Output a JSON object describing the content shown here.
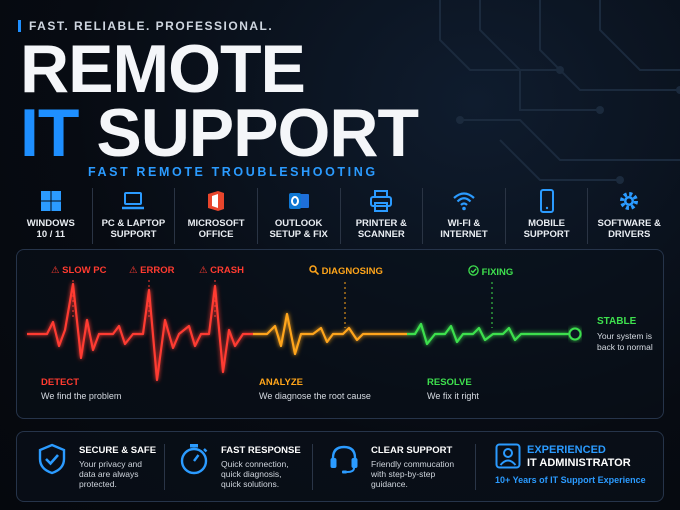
{
  "header": {
    "tagline": "FAST. RELIABLE. PROFESSIONAL.",
    "title_line1": "REMOTE",
    "title_line2_accent": "IT",
    "title_line2_rest": "SUPPORT",
    "subtitle": "FAST REMOTE TROUBLESHOOTING"
  },
  "services": [
    {
      "label": "WINDOWS\n10 / 11",
      "icon": "windows-icon"
    },
    {
      "label": "PC & LAPTOP\nSUPPORT",
      "icon": "laptop-icon"
    },
    {
      "label": "MICROSOFT\nOFFICE",
      "icon": "office-icon"
    },
    {
      "label": "OUTLOOK\nSETUP & FIX",
      "icon": "outlook-icon"
    },
    {
      "label": "PRINTER &\nSCANNER",
      "icon": "printer-icon"
    },
    {
      "label": "WI-FI &\nINTERNET",
      "icon": "wifi-icon"
    },
    {
      "label": "MOBILE\nSUPPORT",
      "icon": "mobile-icon"
    },
    {
      "label": "SOFTWARE &\nDRIVERS",
      "icon": "gear-icon"
    }
  ],
  "ecg": {
    "alerts": {
      "slow_pc": "SLOW PC",
      "error": "ERROR",
      "crash": "CRASH",
      "diagnosing": "DIAGNOSING",
      "fixing": "FIXING"
    },
    "stages": {
      "detect": {
        "title": "DETECT",
        "text": "We find the problem"
      },
      "analyze": {
        "title": "ANALYZE",
        "text": "We diagnose the root cause"
      },
      "resolve": {
        "title": "RESOLVE",
        "text": "We fix it right"
      },
      "stable": {
        "title": "STABLE",
        "text": "Your system is back to normal"
      }
    },
    "colors": {
      "detect": "#ff3b30",
      "analyze": "#ffa51a",
      "resolve": "#3ee04e"
    }
  },
  "features": {
    "secure": {
      "title": "SECURE & SAFE",
      "text": "Your privacy and data are always protected."
    },
    "fast": {
      "title": "FAST RESPONSE",
      "text": "Quick connection, quick diagnosis, quick solutions."
    },
    "clear": {
      "title": "CLEAR SUPPORT",
      "text": "Friendly commucation with step-by-step guidance."
    },
    "experience": {
      "line1": "EXPERIENCED",
      "line2": "IT ADMINISTRATOR",
      "line3": "10+ Years of IT Support Experience"
    }
  },
  "colors": {
    "accent": "#1e8fff"
  }
}
